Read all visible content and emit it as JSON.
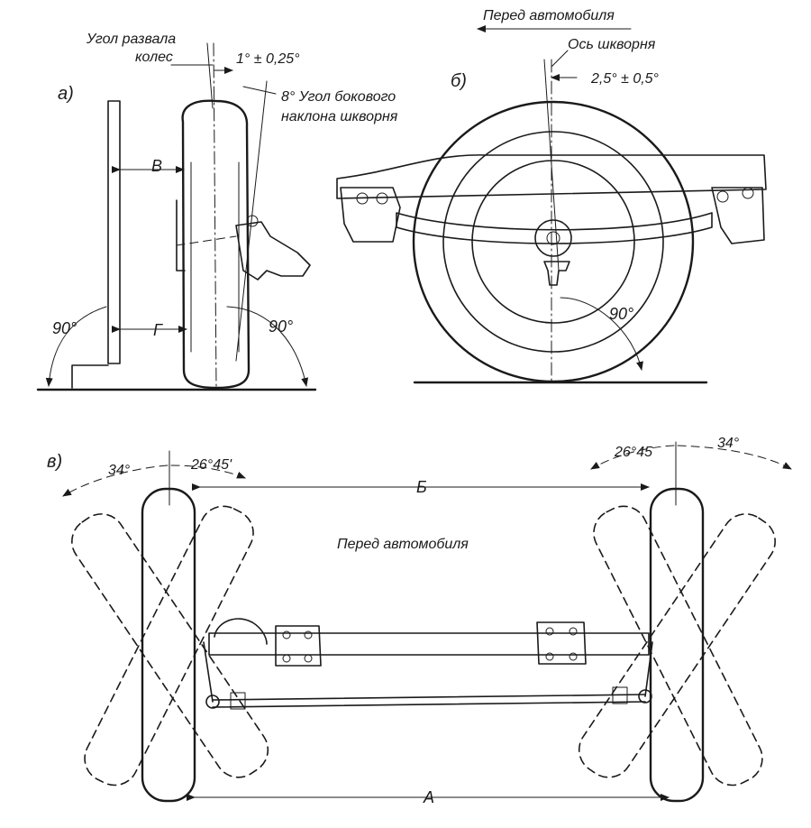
{
  "labels": {
    "view_a": "а)",
    "view_b": "б)",
    "view_v": "в)",
    "camber_title_1": "Угол развала",
    "camber_title_2": "колес",
    "camber_value": "1° ± 0,25°",
    "kingpin_incl_1": "8° Угол бокового",
    "kingpin_incl_2": "наклона шкворня",
    "dim_v_upper": "В",
    "dim_g_lower": "Г",
    "angle_90_left": "90°",
    "angle_90_mid": "90°",
    "vehicle_front_top": "Перед автомобиля",
    "kingpin_axis": "Ось шкворня",
    "caster_value": "2,5° ± 0,5°",
    "angle_90_b": "90°",
    "angle_34_left": "34°",
    "angle_26_left": "26°45'",
    "angle_26_right": "26°45",
    "angle_34_right": "34°",
    "dim_b": "Б",
    "vehicle_front_bottom": "Перед автомобиля",
    "dim_a": "А"
  },
  "colors": {
    "ink": "#1a1a1a",
    "paper": "#ffffff"
  }
}
